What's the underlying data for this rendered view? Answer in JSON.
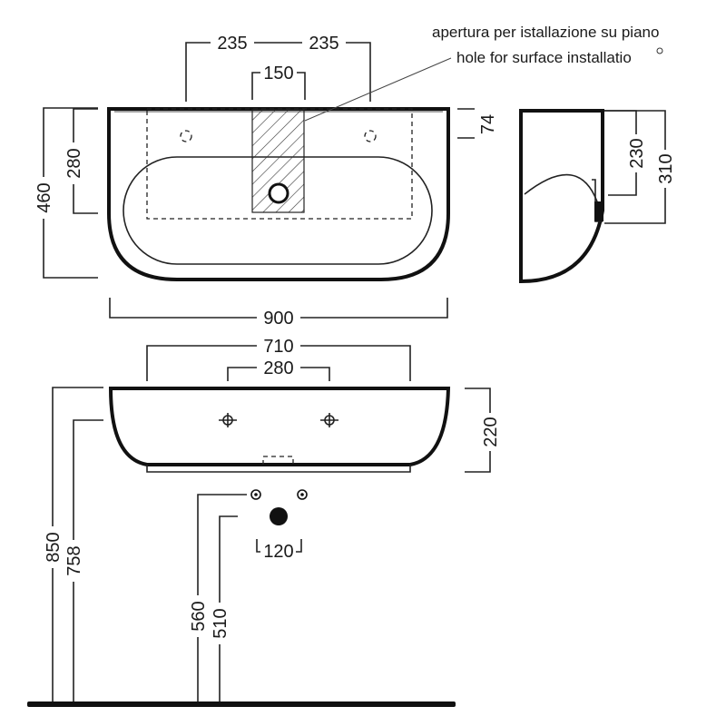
{
  "annotation": {
    "line1": "apertura per istallazione su piano",
    "line2": "hole for surface installatio"
  },
  "top_view": {
    "dim_hole_left": "235",
    "dim_hole_right": "235",
    "dim_opening": "150",
    "dim_depth_total": "460",
    "dim_depth_opening": "280",
    "dim_edge": "74",
    "dim_width": "900"
  },
  "side_view": {
    "dim_bracket": "230",
    "dim_depth": "310"
  },
  "front_view": {
    "dim_bowl_width": "710",
    "dim_fixing": "280",
    "dim_height": "220",
    "dim_rim_floor": "850",
    "dim_underside_floor": "758",
    "dim_supply_spacing": "120",
    "dim_supply_height": "560",
    "dim_waste_height": "510"
  }
}
